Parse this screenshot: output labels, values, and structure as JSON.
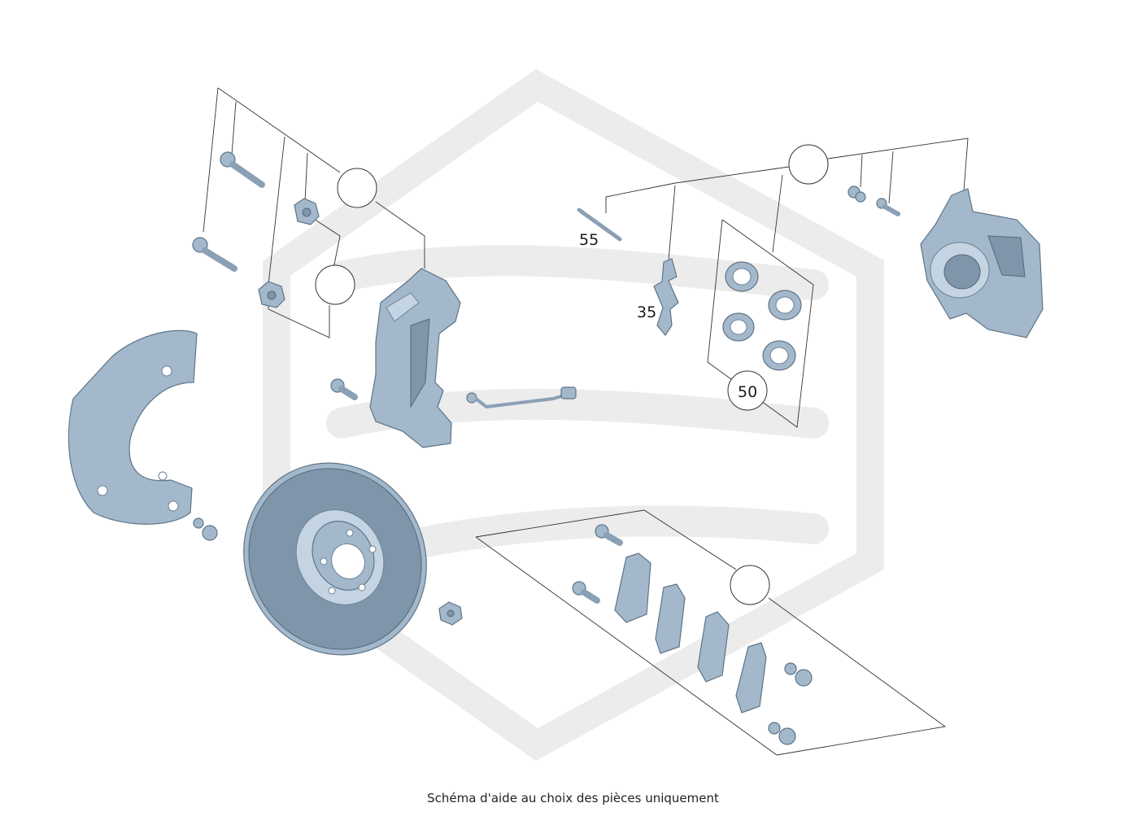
{
  "callouts": {
    "ref_55": "55",
    "ref_35": "35",
    "ref_50": "50"
  },
  "caption": "Schéma d'aide au choix des pièces uniquement",
  "colors": {
    "part_fill": "#a3b8cb",
    "part_outline": "#5e7487",
    "watermark": "#ececec"
  },
  "parts": [
    "screw-icon",
    "nut-icon",
    "brake-caliper-carrier-icon",
    "brake-caliper-icon",
    "brake-disc-icon",
    "dust-shield-icon",
    "brake-pad-icon",
    "seal-ring-icon",
    "wear-sensor-icon",
    "guide-pin-icon",
    "spring-clip-icon"
  ]
}
